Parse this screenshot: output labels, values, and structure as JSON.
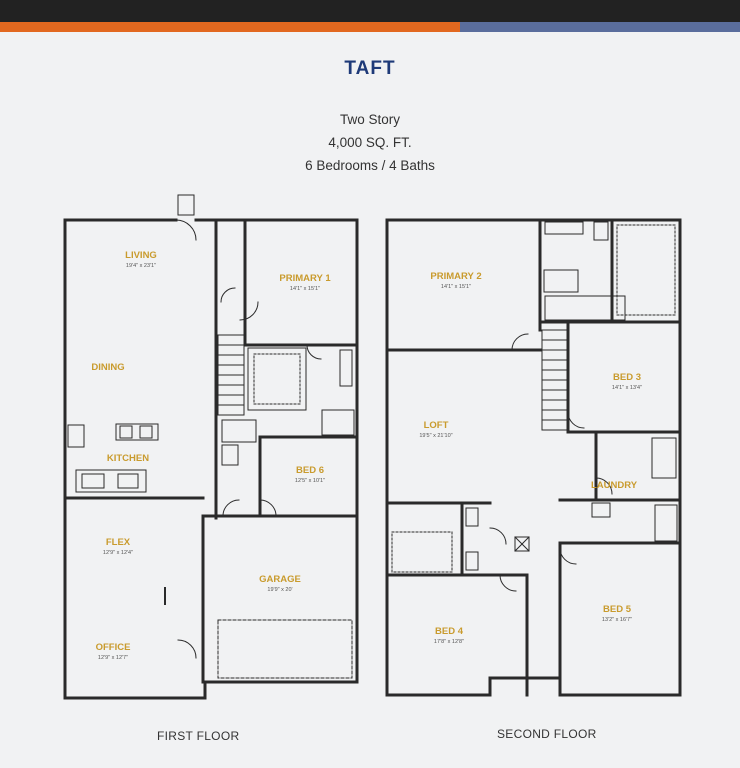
{
  "header": {
    "accent_orange": "#e2681f",
    "accent_blue": "#5a6d9c"
  },
  "plan": {
    "name": "TAFT",
    "stories": "Two Story",
    "area": "4,000 SQ. FT.",
    "beds_baths": "6 Bedrooms / 4 Baths",
    "title_color": "#1e3a78",
    "room_label_color": "#c99b2d"
  },
  "first_floor": {
    "label": "FIRST FLOOR",
    "rooms": {
      "living": {
        "name": "LIVING",
        "dims": "19'4\" x 23'1\""
      },
      "primary1": {
        "name": "PRIMARY 1",
        "dims": "14'1\" x 15'1\""
      },
      "dining": {
        "name": "DINING"
      },
      "kitchen": {
        "name": "KITCHEN"
      },
      "bed6": {
        "name": "BED 6",
        "dims": "12'5\" x 10'1\""
      },
      "flex": {
        "name": "FLEX",
        "dims": "12'9\" x 12'4\""
      },
      "garage": {
        "name": "GARAGE",
        "dims": "19'9\" x 20'"
      },
      "office": {
        "name": "OFFICE",
        "dims": "12'9\" x 12'7\""
      }
    }
  },
  "second_floor": {
    "label": "SECOND FLOOR",
    "rooms": {
      "primary2": {
        "name": "PRIMARY 2",
        "dims": "14'1\" x 15'1\""
      },
      "bed3": {
        "name": "BED 3",
        "dims": "14'1\" x 13'4\""
      },
      "loft": {
        "name": "LOFT",
        "dims": "19'5\" x 21'10\""
      },
      "laundry": {
        "name": "LAUNDRY"
      },
      "bed5": {
        "name": "BED 5",
        "dims": "13'2\" x 16'7\""
      },
      "bed4": {
        "name": "BED 4",
        "dims": "17'8\" x 12'8\""
      }
    }
  }
}
